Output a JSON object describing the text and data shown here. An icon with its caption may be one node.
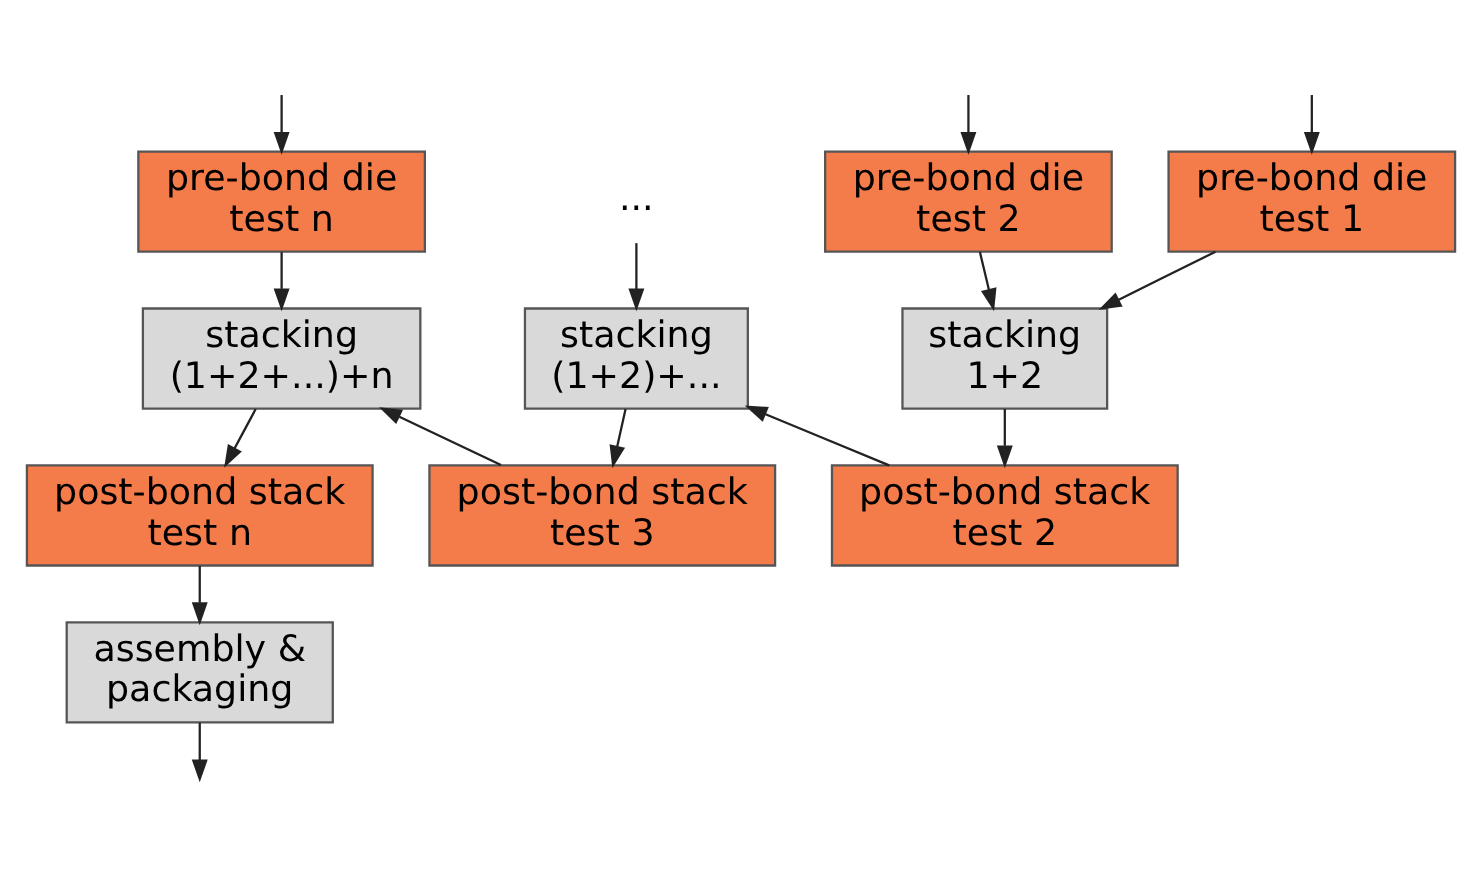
{
  "diagram": {
    "nodes": [
      {
        "text": [
          "pre-bond die test 1"
        ]
      },
      {
        "text": [
          "pre-bond die test 2"
        ]
      },
      {
        "text": [
          "..."
        ]
      },
      {
        "text": [
          "pre-bond die test n"
        ]
      },
      {
        "text": [
          "stacking 1+2"
        ]
      },
      {
        "text": [
          "stacking (1+2)+..."
        ]
      },
      {
        "text": [
          "stacking (1+2+...)+n"
        ]
      },
      {
        "text": [
          "post-bond stack test 2"
        ]
      },
      {
        "text": [
          "post-bond stack test 3"
        ]
      },
      {
        "text": [
          "post-bond stack test n"
        ]
      },
      {
        "text": [
          "assembly & packaging"
        ]
      }
    ],
    "edges": [
      {
        "from": null,
        "to": 0,
        "arrow": "to"
      },
      {
        "from": null,
        "to": 1,
        "arrow": "to"
      },
      {
        "from": null,
        "to": 3,
        "arrow": "to"
      },
      {
        "from": 0,
        "to": 4,
        "arrow": "to"
      },
      {
        "from": 1,
        "to": 4,
        "arrow": "to"
      },
      {
        "from": 4,
        "to": 7,
        "arrow": "to"
      },
      {
        "from": 7,
        "to": 5,
        "arrow": "to"
      },
      {
        "from": 2,
        "to": 5,
        "arrow": "to"
      },
      {
        "from": 5,
        "to": 8,
        "arrow": "to"
      },
      {
        "from": 8,
        "to": 6,
        "arrow": "to"
      },
      {
        "from": 3,
        "to": 6,
        "arrow": "to"
      },
      {
        "from": 6,
        "to": 9,
        "arrow": "to"
      },
      {
        "from": 9,
        "to": 10,
        "arrow": "to"
      },
      {
        "from": 10,
        "to": null,
        "arrow": "to"
      }
    ]
  }
}
